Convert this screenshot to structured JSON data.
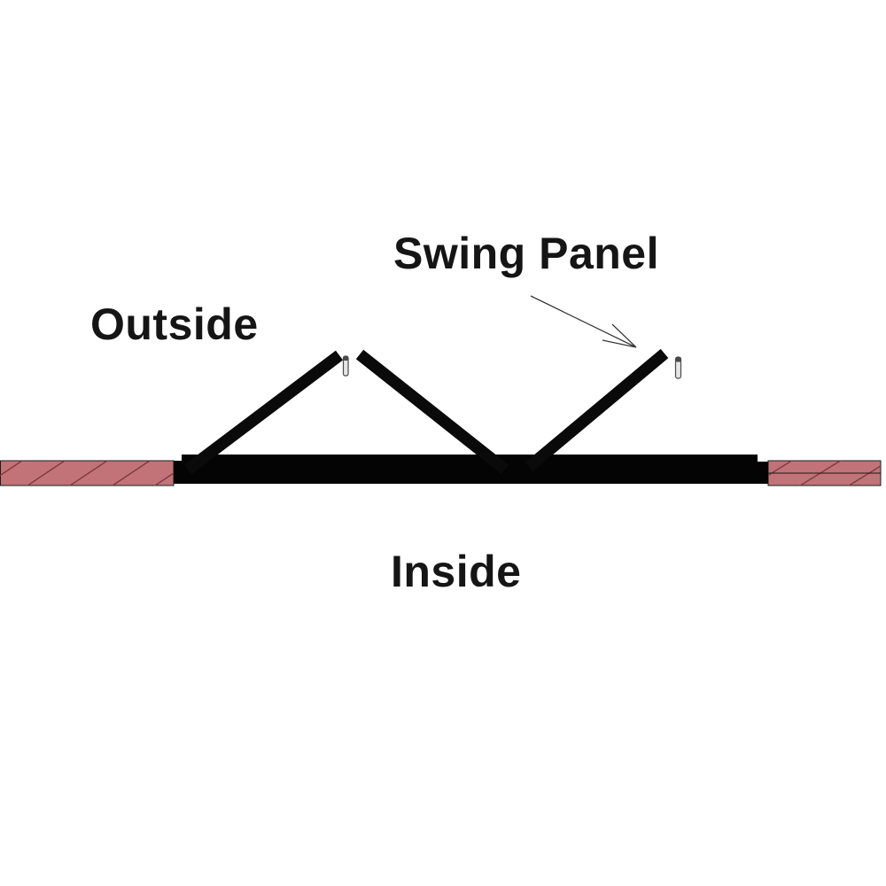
{
  "diagram": {
    "title": "Swing panel cross-section diagram",
    "labels": {
      "swing_panel": "Swing Panel",
      "outside": "Outside",
      "inside": "Inside"
    },
    "colors": {
      "background": "#ffffff",
      "wall_fill": "#c17378",
      "wall_hatch": "#7d3a40",
      "wall_outline": "#1c1c1c",
      "frame": "#040404",
      "panel": "#0a0a0a",
      "arrow": "#3a3a3a",
      "text": "#151515",
      "hinge_fill": "#e6e6e6",
      "hinge_outline": "#4a4a4a"
    },
    "icons": {
      "leader_arrow": "thin open arrowhead pointing down-right from label to right swing panel"
    }
  }
}
